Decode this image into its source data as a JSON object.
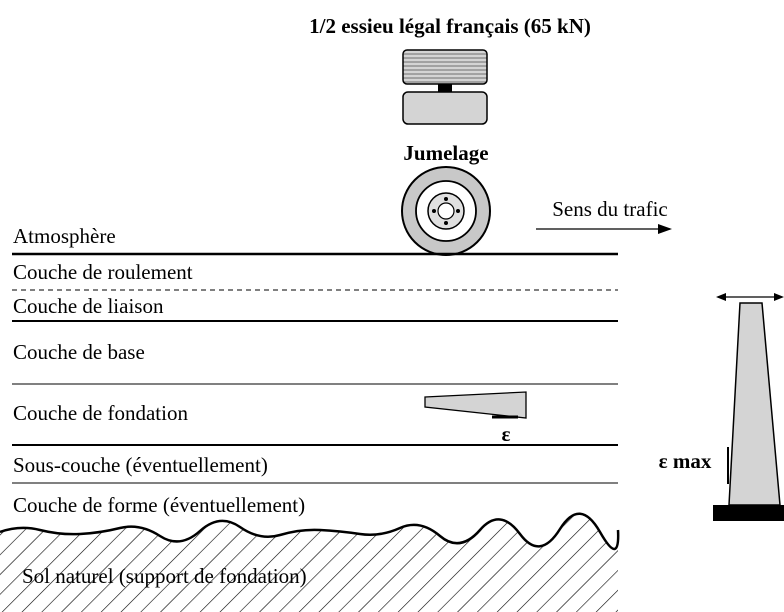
{
  "title": "1/2 essieu légal français (65 kN)",
  "wheel_label": "Jumelage",
  "traffic_label": "Sens du trafic",
  "strain_label": "ε",
  "strain_max_label": "ε max",
  "layers": {
    "atmosphere": "Atmosphère",
    "roulement": "Couche de roulement",
    "liaison": "Couche de liaison",
    "base": "Couche de base",
    "fondation": "Couche de fondation",
    "sous_couche": "Sous-couche (éventuellement)",
    "forme": "Couche de forme (éventuellement)",
    "sol": "Sol naturel (support de fondation)"
  }
}
